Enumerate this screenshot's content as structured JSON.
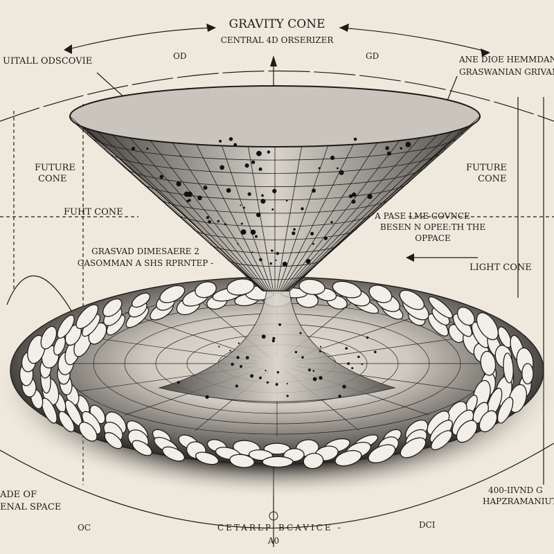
{
  "title": "GRAVITY CONE",
  "subtitle": "CENTRAL 4D ORSERIZER",
  "labels": {
    "top_left": "UITALL ODSCOVIE",
    "top_right_1": "ANE DIOE HEMMDANIS",
    "top_right_2": "GRASWANIAN GRIVAM",
    "future_cone_left": [
      "FUTURE",
      "CONE"
    ],
    "future_cone_right": [
      "FUTURE",
      "CONE"
    ],
    "fuht_cone": "FUHT CONE",
    "right_note": [
      "A PASE LME COVNCE",
      "BESEN N OPEE:TH THE",
      "OPPACE"
    ],
    "left_note": [
      "GRASVAD DIMESAERE 2",
      "GASOMMAN A SHS RPRNTEP -"
    ],
    "light_cone": "LIGHT CONE",
    "bottom_left": [
      "ADE OF",
      "ENAL SPACE"
    ],
    "bottom_right": [
      "400-IIVND G",
      "HAPZRAMANIUTML"
    ],
    "bottom_center_left": "CETARLP",
    "bottom_center_right": "BCAVICE -",
    "tick_od": "OD",
    "tick_gd": "GD",
    "tick_oc": "OC",
    "tick_dc": "DCI",
    "tick_ao": "A0"
  },
  "colors": {
    "paper": "#efe9dd",
    "ink": "#1d1b18"
  }
}
